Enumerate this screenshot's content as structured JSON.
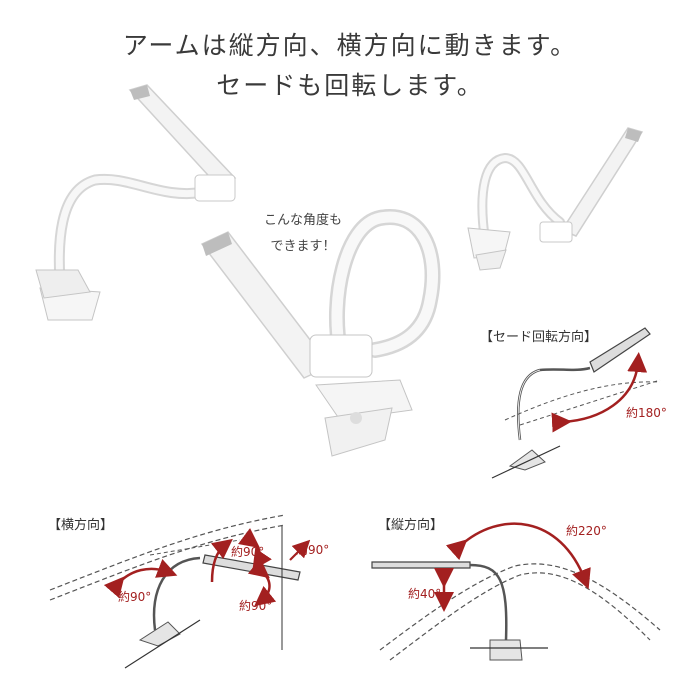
{
  "heading": {
    "line1": "アームは縦方向、横方向に動きます。",
    "line2": "セードも回転します。"
  },
  "note": {
    "line1": "こんな角度も",
    "line2": "できます！"
  },
  "diagrams": {
    "shade": {
      "title": "【セード回転方向】",
      "angle": "約180°"
    },
    "horizontal": {
      "title": "【横方向】",
      "angle_top": "約90°",
      "angle_right": "約90°",
      "angle_left": "約90°",
      "angle_bottom": "約90°"
    },
    "vertical": {
      "title": "【縦方向】",
      "angle_top": "約220°",
      "angle_left": "約40°"
    }
  },
  "colors": {
    "arrow": "#a32020",
    "lamp": "#f2f2f2",
    "outline": "#cfcfcf"
  }
}
